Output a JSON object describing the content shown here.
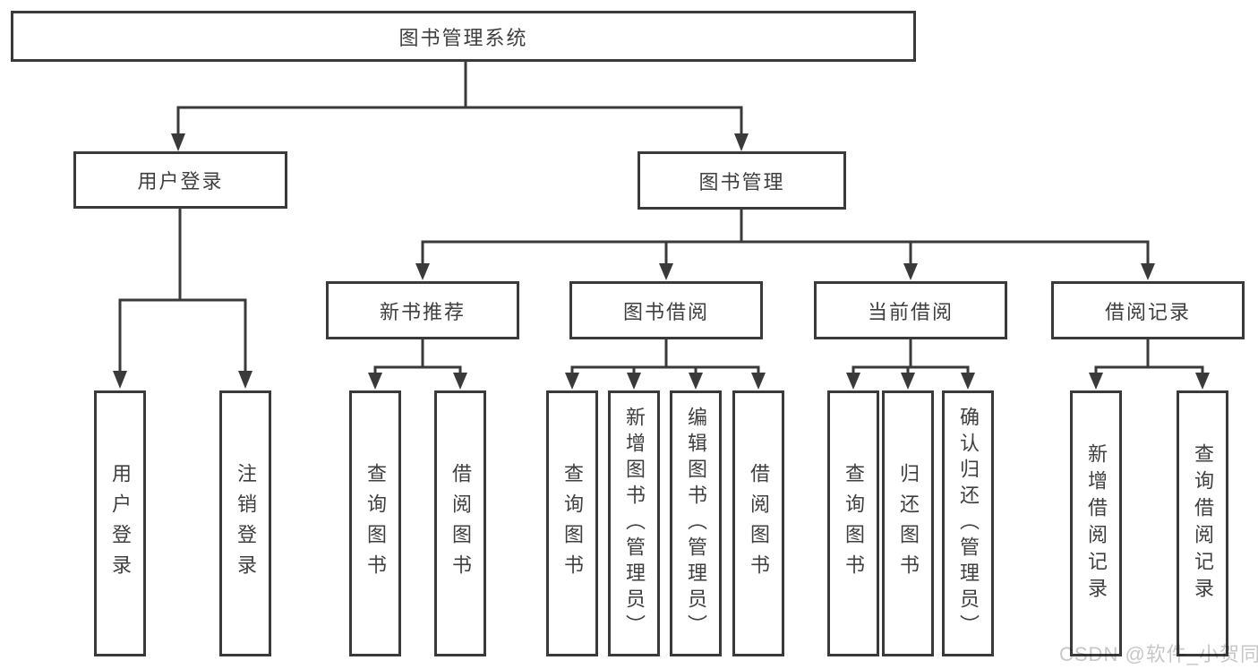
{
  "diagram_title": "图书管理系统",
  "tree": {
    "root": {
      "label": "图书管理系统"
    },
    "branches": [
      {
        "label": "用户登录",
        "children": [
          {
            "label": "用户登录"
          },
          {
            "label": "注销登录"
          }
        ]
      },
      {
        "label": "图书管理",
        "children": [
          {
            "label": "新书推荐",
            "children": [
              {
                "label": "查询图书"
              },
              {
                "label": "借阅图书"
              }
            ]
          },
          {
            "label": "图书借阅",
            "children": [
              {
                "label": "查询图书"
              },
              {
                "label": "新增图书（管理员）"
              },
              {
                "label": "编辑图书（管理员）"
              },
              {
                "label": "借阅图书"
              }
            ]
          },
          {
            "label": "当前借阅",
            "children": [
              {
                "label": "查询图书"
              },
              {
                "label": "归还图书"
              },
              {
                "label": "确认归还（管理员）"
              }
            ]
          },
          {
            "label": "借阅记录",
            "children": [
              {
                "label": "新增借阅记录"
              },
              {
                "label": "查询借阅记录"
              }
            ]
          }
        ]
      }
    ]
  },
  "watermark": {
    "text": "CSDN @软件_小贺同学"
  },
  "colors": {
    "line": "#3a3a3a",
    "box_border": "#3a3a3a",
    "box_background": "#ffffff",
    "text": "#3f3f3f",
    "watermark": "#c7c7c7"
  }
}
